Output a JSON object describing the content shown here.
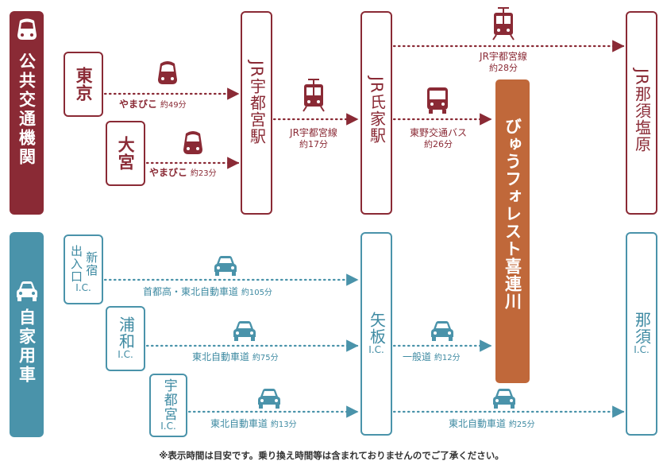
{
  "categories": {
    "public": {
      "label": "公共交通機関",
      "color": "#8a2a35"
    },
    "car": {
      "label": "自家用車",
      "color": "#4a93aa"
    }
  },
  "public": {
    "tokyo": "東京",
    "omiya": "大宮",
    "utsunomiya_station": "JR宇都宮駅",
    "ujiie_station": "JR氏家駅",
    "nasushiobara": "JR那須塩原",
    "route_tokyo": {
      "name": "やまびこ",
      "time": "約49分"
    },
    "route_omiya": {
      "name": "やまびこ",
      "time": "約23分"
    },
    "route_utsunomiya": {
      "name": "JR宇都宮線",
      "time": "約17分"
    },
    "route_nasushiobara": {
      "name": "JR宇都宮線",
      "time": "約28分"
    },
    "route_bus": {
      "name": "東野交通バス",
      "time": "約26分"
    }
  },
  "destination": "びゅうフォレスト喜連川",
  "car": {
    "ic_shinjuku": {
      "line1": "新宿",
      "line2": "出入口",
      "suffix": "I.C."
    },
    "ic_urawa": {
      "name": "浦和",
      "suffix": "I.C."
    },
    "ic_utsunomiya": {
      "name": "宇都宮",
      "suffix": "I.C."
    },
    "ic_yaita": {
      "name": "矢板",
      "suffix": "I.C."
    },
    "ic_nasu": {
      "name": "那須",
      "suffix": "I.C."
    },
    "route_shinjuku": {
      "name": "首都高・東北自動車道",
      "time": "約105分"
    },
    "route_urawa": {
      "name": "東北自動車道",
      "time": "約75分"
    },
    "route_utsunomiya": {
      "name": "東北自動車道",
      "time": "約13分"
    },
    "route_yaita": {
      "name": "一般道",
      "time": "約12分"
    },
    "route_nasu": {
      "name": "東北自動車道",
      "time": "約25分"
    }
  },
  "footnote": "※表示時間は目安です。乗り換え時間等は含まれておりませんのでご了承ください。"
}
